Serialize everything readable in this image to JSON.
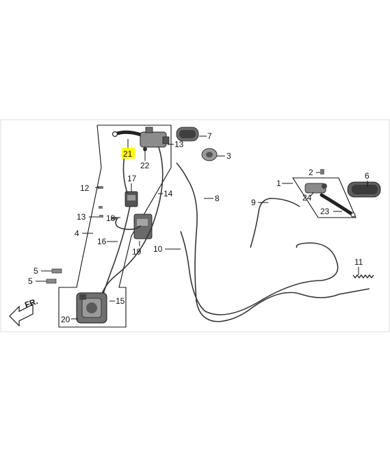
{
  "fr_label": "FR.",
  "parts": [
    {
      "id": "p1",
      "label": "1"
    },
    {
      "id": "p2",
      "label": "2"
    },
    {
      "id": "p3",
      "label": "3"
    },
    {
      "id": "p4",
      "label": "4"
    },
    {
      "id": "p5a",
      "label": "5"
    },
    {
      "id": "p5b",
      "label": "5"
    },
    {
      "id": "p6",
      "label": "6"
    },
    {
      "id": "p7",
      "label": "7"
    },
    {
      "id": "p8",
      "label": "8"
    },
    {
      "id": "p9",
      "label": "9"
    },
    {
      "id": "p10",
      "label": "10"
    },
    {
      "id": "p11",
      "label": "11"
    },
    {
      "id": "p12",
      "label": "12"
    },
    {
      "id": "p13a",
      "label": "13"
    },
    {
      "id": "p13b",
      "label": "13"
    },
    {
      "id": "p14",
      "label": "14"
    },
    {
      "id": "p15",
      "label": "15"
    },
    {
      "id": "p16",
      "label": "16"
    },
    {
      "id": "p17",
      "label": "17"
    },
    {
      "id": "p18",
      "label": "18"
    },
    {
      "id": "p19",
      "label": "19"
    },
    {
      "id": "p20",
      "label": "20"
    },
    {
      "id": "p21",
      "label": "21"
    },
    {
      "id": "p22",
      "label": "22"
    },
    {
      "id": "p23",
      "label": "23"
    },
    {
      "id": "p24",
      "label": "24"
    }
  ],
  "colors": {
    "highlight": "#ffff00",
    "ink": "#111111",
    "frame": "#dddddd"
  }
}
